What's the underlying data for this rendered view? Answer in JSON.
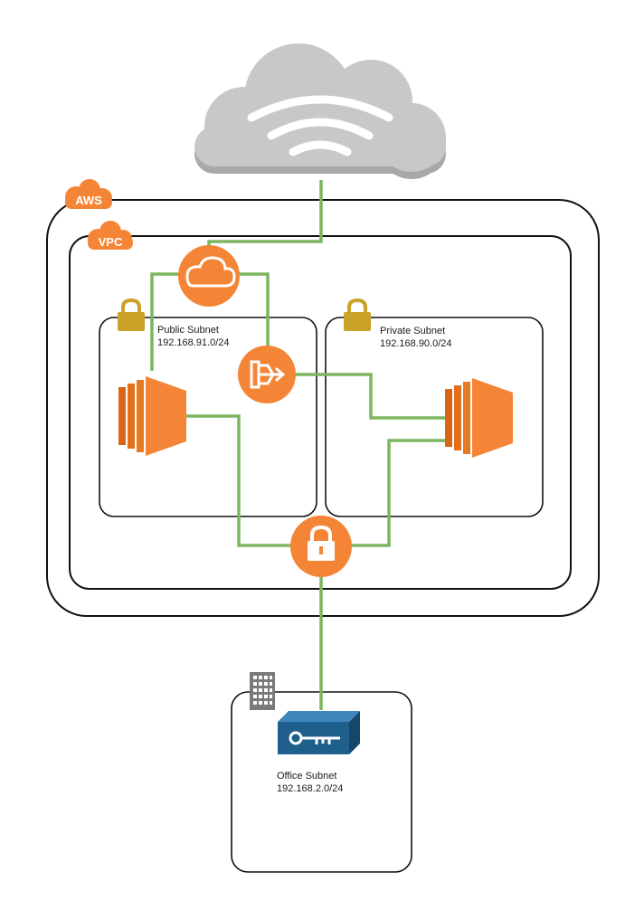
{
  "colors": {
    "connector": "#7bb661",
    "aws_orange": "#f58536",
    "instance_orange": "#f58536",
    "lock_gold": "#c9a227",
    "cloud_gray": "#c8c8c8",
    "gateway_blue": "#1f5f8b",
    "outline": "#111111"
  },
  "badges": {
    "aws": "AWS",
    "vpc": "VPC"
  },
  "subnets": {
    "public": {
      "name": "Public Subnet",
      "cidr": "192.168.91.0/24"
    },
    "private": {
      "name": "Private Subnet",
      "cidr": "192.168.90.0/24"
    },
    "office": {
      "name": "Office Subnet",
      "cidr": "192.168.2.0/24"
    }
  },
  "icons": {
    "internet": "internet-cloud-icon",
    "internet_gateway": "internet-gateway-icon",
    "nat_gateway": "nat-gateway-icon",
    "vpn_gateway": "vpn-gateway-icon",
    "public_instance": "ec2-instance-icon",
    "private_instance": "ec2-instance-icon",
    "customer_gateway": "customer-gateway-icon",
    "corporate_building": "building-icon",
    "public_lock": "lock-icon",
    "private_lock": "lock-icon"
  }
}
